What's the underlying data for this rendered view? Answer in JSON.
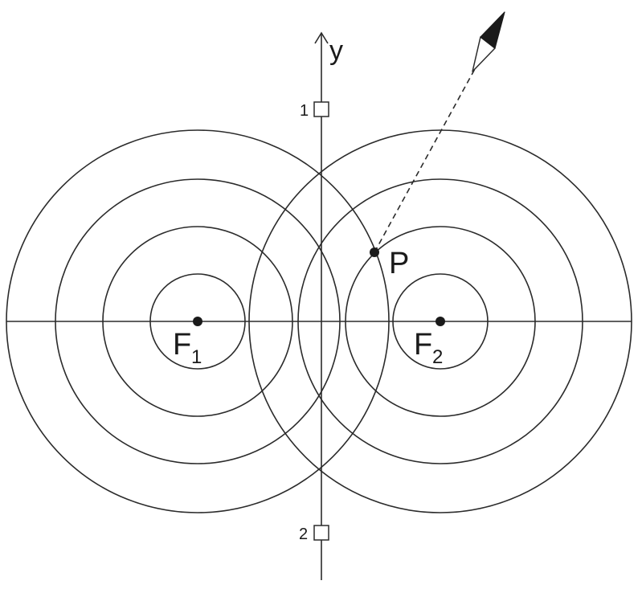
{
  "labels": {
    "y_axis": "y",
    "marker_top": "1",
    "marker_bottom": "2",
    "point": "P",
    "focus_left_letter": "F",
    "focus_left_index": "1",
    "focus_right_letter": "F",
    "focus_right_index": "2"
  },
  "colors": {
    "line": "#2b2b2b",
    "point": "#1a1a1a",
    "background": "#ffffff"
  },
  "icons": {
    "arrow_head": "compass-needle-icon"
  }
}
